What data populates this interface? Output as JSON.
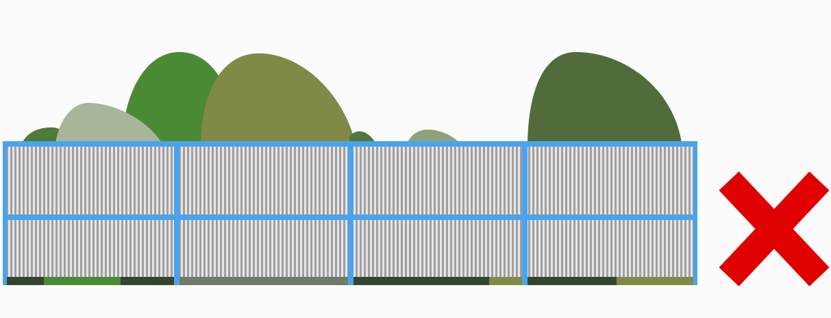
{
  "scene": {
    "subject": "fence-panels-in-front-of-shrubs",
    "verdict_icon": "cross-mark-icon"
  },
  "colors": {
    "background": "#fbfbfb",
    "fence_frame": "#4aa3ef",
    "slat_light": "#e6e6e6",
    "slat_dark": "#9f9f9f",
    "cross": "#e00000",
    "shrub_dark_green": "#4e7a3a",
    "shrub_bright_green": "#4a8a34",
    "shrub_olive": "#7f8a47",
    "shrub_sage": "#a9b59a",
    "shrub_forest": "#516c3a",
    "shrub_muted": "#8ea07c",
    "ground_dark": "#34452f"
  },
  "fence": {
    "panel_columns": 4,
    "panel_rows": 2
  }
}
